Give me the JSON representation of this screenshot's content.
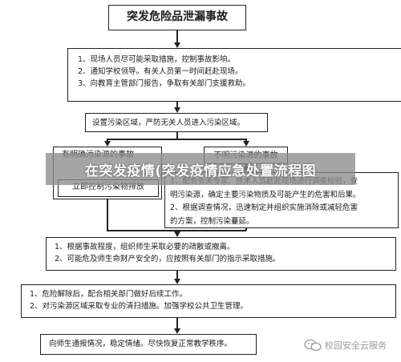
{
  "title": "突发危险品泄漏事故",
  "step1": [
    "1、现场人员尽可能采取措施，控制事故影响。",
    "2、通知学校领导。有关人员第一时间赶赴现场。",
    "3、向教育主管部门报告，争取有关部门支援救助。"
  ],
  "step2": "设置污染区域，严防无关人员进入污染区域。",
  "left_branch": {
    "label": "有明确污染源的事故",
    "action": "立即控制污染物排放"
  },
  "right_branch": {
    "label": "不明污染源的事故",
    "details": [
      "1、配合有关专家、技术人员赶赴现场进行调查检验，查",
      "明污染源，确定主要污染物质及可能产生的危害和后果。",
      "2、根据调查情况，迅速制定并组织实施消除或减轻危害",
      "的方案，控制污染蔓延。"
    ]
  },
  "step4": [
    "1、根据事故程度，组织师生采取必要的疏散或撤离。",
    "2、可能危及师生命财产安全的，应按照有关部门的指示采取措施。"
  ],
  "step5": [
    "1、危险解除后，配合相关部门做好后续工作。",
    "2、对污染源区域采取专业的清扫措施。加强学校公共卫生管理。"
  ],
  "step6": "向师生通报情况，稳定情绪。尽快恢复正常教学秩序。",
  "banner": "在突发疫情(突发疫情应急处置流程图",
  "watermark": "校园安全云服务"
}
